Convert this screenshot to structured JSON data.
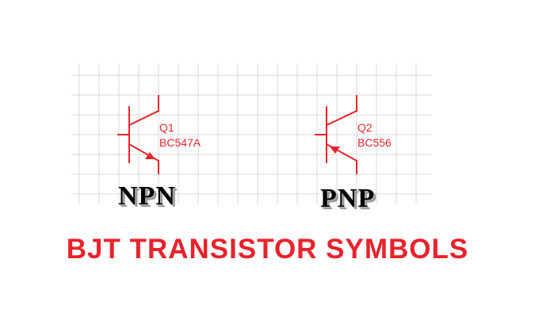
{
  "colors": {
    "symbol": "#e8232b",
    "grid": "#d9d9d9",
    "label": "#000000"
  },
  "npn": {
    "type_label": "NPN",
    "ref": "Q1",
    "part": "BC547A"
  },
  "pnp": {
    "type_label": "PNP",
    "ref": "Q2",
    "part": "BC556"
  },
  "title": "BJT TRANSISTOR SYMBOLS"
}
